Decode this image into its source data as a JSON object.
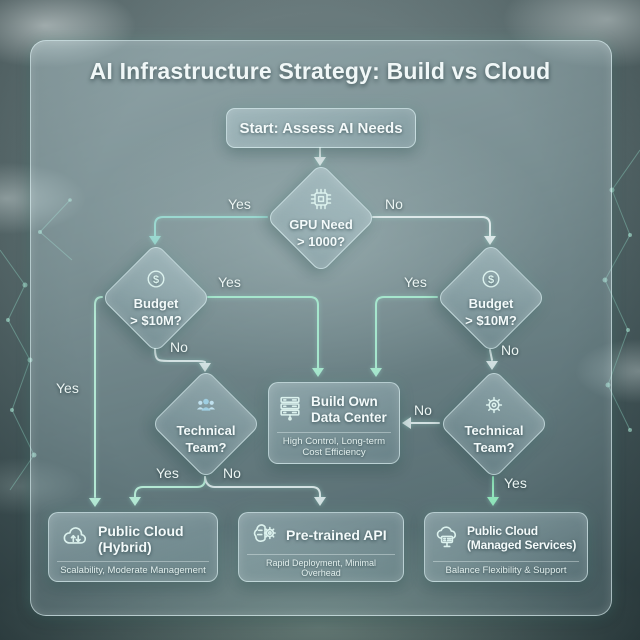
{
  "title": "AI Infrastructure Strategy: Build vs Cloud",
  "start": {
    "label": "Start: Assess AI Needs"
  },
  "decisions": {
    "gpu": {
      "line1": "GPU Need",
      "line2": "> 1000?",
      "icon": "chip-icon"
    },
    "budget_left": {
      "line1": "Budget",
      "line2": "> $10M?",
      "icon": "dollar-icon"
    },
    "budget_right": {
      "line1": "Budget",
      "line2": "> $10M?",
      "icon": "dollar-icon"
    },
    "tech_left": {
      "line1": "Technical",
      "line2": "Team?",
      "icon": "team-icon"
    },
    "tech_right": {
      "line1": "Technical",
      "line2": "Team?",
      "icon": "gear-icon"
    }
  },
  "outcomes": {
    "build": {
      "title1": "Build Own",
      "title2": "Data Center",
      "subtitle": "High Control, Long-term Cost Efficiency",
      "icon": "server-rack-icon"
    },
    "hybrid": {
      "title1": "Public Cloud",
      "title2": "(Hybrid)",
      "subtitle": "Scalability, Moderate Management",
      "icon": "cloud-sync-icon"
    },
    "api": {
      "title1": "Pre-trained API",
      "title2": "",
      "subtitle": "Rapid Deployment, Minimal Overhead",
      "icon": "brain-gear-icon"
    },
    "managed": {
      "title1": "Public Cloud",
      "title2": "(Managed Services)",
      "subtitle": "Balance Flexibility & Support",
      "icon": "cloud-server-icon"
    }
  },
  "labels": {
    "gpu_yes": "Yes",
    "gpu_no": "No",
    "budget_left_yes": "Yes",
    "budget_left_no": "No",
    "budget_left_alt_yes": "Yes",
    "budget_right_yes": "Yes",
    "budget_right_no": "No",
    "tech_left_yes": "Yes",
    "tech_left_no": "No",
    "tech_right_yes": "Yes",
    "tech_right_no": "No"
  },
  "icons": {
    "dollar_symbol": "$"
  },
  "colors": {
    "line_cyan": "#9bd8d0",
    "line_white": "#dde8e9",
    "line_green": "#a6e6cd",
    "accent_green": "#90e4ba"
  }
}
